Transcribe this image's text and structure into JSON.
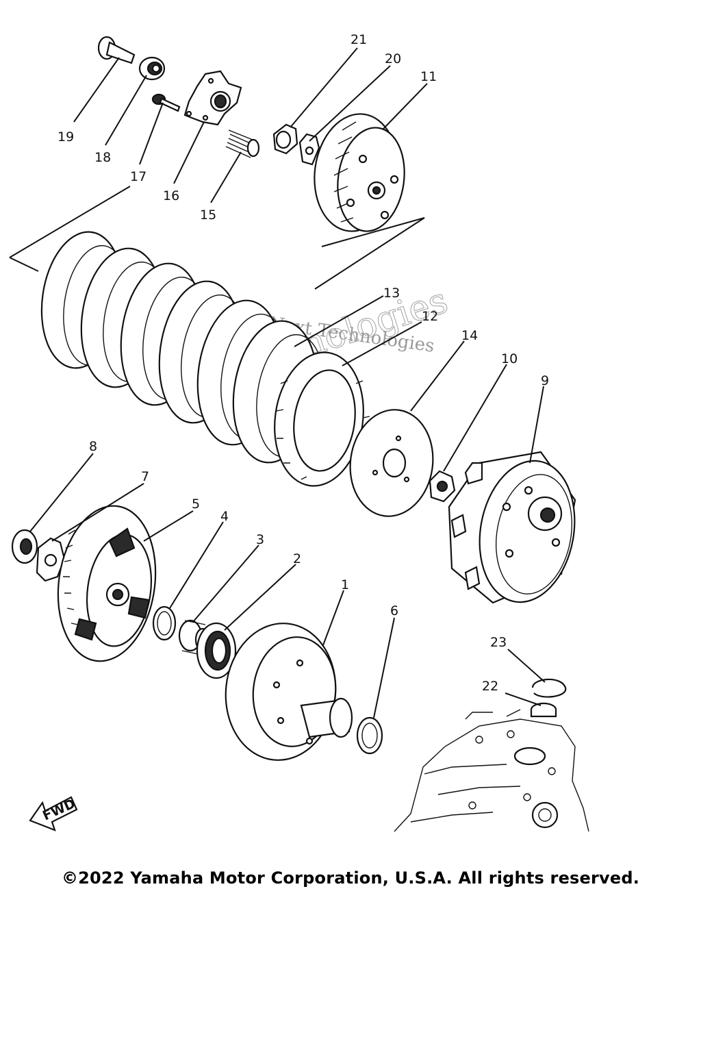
{
  "diagram": {
    "callouts": [
      {
        "id": "21",
        "label": "21"
      },
      {
        "id": "20",
        "label": "20"
      },
      {
        "id": "11",
        "label": "11"
      },
      {
        "id": "19",
        "label": "19"
      },
      {
        "id": "18",
        "label": "18"
      },
      {
        "id": "17",
        "label": "17"
      },
      {
        "id": "16",
        "label": "16"
      },
      {
        "id": "15",
        "label": "15"
      },
      {
        "id": "13",
        "label": "13"
      },
      {
        "id": "12",
        "label": "12"
      },
      {
        "id": "14",
        "label": "14"
      },
      {
        "id": "10",
        "label": "10"
      },
      {
        "id": "9",
        "label": "9"
      },
      {
        "id": "8",
        "label": "8"
      },
      {
        "id": "7",
        "label": "7"
      },
      {
        "id": "5",
        "label": "5"
      },
      {
        "id": "4",
        "label": "4"
      },
      {
        "id": "3",
        "label": "3"
      },
      {
        "id": "2",
        "label": "2"
      },
      {
        "id": "1",
        "label": "1"
      },
      {
        "id": "6",
        "label": "6"
      },
      {
        "id": "23",
        "label": "23"
      },
      {
        "id": "22",
        "label": "22"
      }
    ],
    "fwd_label": "FWD",
    "watermark_line1": "Next Technologies",
    "watermark_line2": "Technologies"
  },
  "footer": {
    "copyright": "©2022 Yamaha Motor Corporation, U.S.A. All rights reserved."
  }
}
